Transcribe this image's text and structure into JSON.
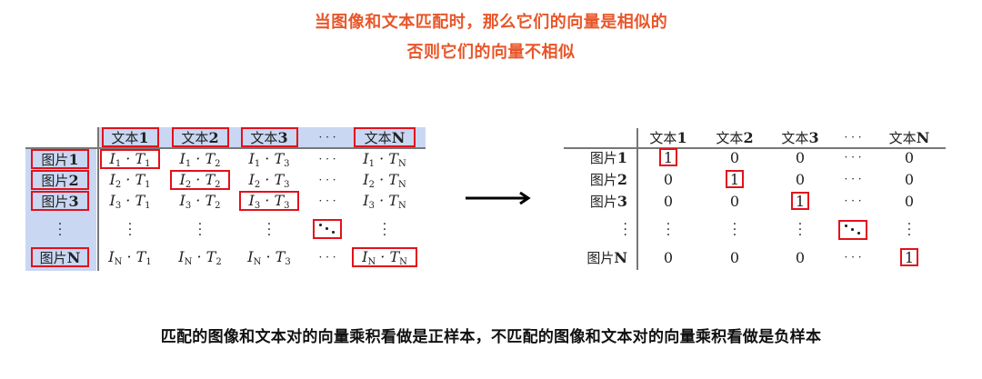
{
  "title": {
    "line1": "当图像和文本匹配时，那么它们的向量是相似的",
    "line2": "否则它们的向量不相似",
    "color": "#e8562a"
  },
  "caption": "匹配的图像和文本对的向量乘积看做是正样本，不匹配的图像和文本对的向量乘积看做是负样本",
  "highlight_color": "#e3111b",
  "band_color": "#c9d7f3",
  "left_matrix": {
    "col_headers": [
      {
        "zh": "文本",
        "num": "1",
        "highlight": true
      },
      {
        "zh": "文本",
        "num": "2",
        "highlight": true
      },
      {
        "zh": "文本",
        "num": "3",
        "highlight": true
      },
      {
        "zh": "",
        "num": "· · ·",
        "highlight": false
      },
      {
        "zh": "文本",
        "num": "N",
        "highlight": true
      }
    ],
    "row_headers": [
      {
        "zh": "图片",
        "num": "1",
        "highlight": true
      },
      {
        "zh": "图片",
        "num": "2",
        "highlight": true
      },
      {
        "zh": "图片",
        "num": "3",
        "highlight": true
      },
      {
        "zh": "",
        "num": "⋮",
        "highlight": false
      },
      {
        "zh": "图片",
        "num": "N",
        "highlight": true
      }
    ],
    "cells": [
      [
        {
          "i": "1",
          "t": "1",
          "hl": true
        },
        {
          "i": "1",
          "t": "2"
        },
        {
          "i": "1",
          "t": "3"
        },
        {
          "dots": "h"
        },
        {
          "i": "1",
          "t": "N"
        }
      ],
      [
        {
          "i": "2",
          "t": "1"
        },
        {
          "i": "2",
          "t": "2",
          "hl": true
        },
        {
          "i": "2",
          "t": "3"
        },
        {
          "dots": "h"
        },
        {
          "i": "2",
          "t": "N"
        }
      ],
      [
        {
          "i": "3",
          "t": "1"
        },
        {
          "i": "3",
          "t": "2"
        },
        {
          "i": "3",
          "t": "3",
          "hl": true
        },
        {
          "dots": "h"
        },
        {
          "i": "3",
          "t": "N"
        }
      ],
      [
        {
          "dots": "v"
        },
        {
          "dots": "v"
        },
        {
          "dots": "v"
        },
        {
          "dots": "d",
          "hl": true
        },
        {
          "dots": "v"
        }
      ],
      [
        {
          "i": "N",
          "t": "1"
        },
        {
          "i": "N",
          "t": "2"
        },
        {
          "i": "N",
          "t": "3"
        },
        {
          "dots": "h"
        },
        {
          "i": "N",
          "t": "N",
          "hl": true
        }
      ]
    ]
  },
  "arrow": "long-right-arrow",
  "right_matrix": {
    "col_headers": [
      {
        "zh": "文本",
        "num": "1"
      },
      {
        "zh": "文本",
        "num": "2"
      },
      {
        "zh": "文本",
        "num": "3"
      },
      {
        "zh": "",
        "num": "· · ·"
      },
      {
        "zh": "文本",
        "num": "N"
      }
    ],
    "row_headers": [
      {
        "zh": "图片",
        "num": "1"
      },
      {
        "zh": "图片",
        "num": "2"
      },
      {
        "zh": "图片",
        "num": "3"
      },
      {
        "zh": "",
        "num": "⋮"
      },
      {
        "zh": "图片",
        "num": "N"
      }
    ],
    "cells": [
      [
        {
          "v": "1",
          "hl": true
        },
        {
          "v": "0"
        },
        {
          "v": "0"
        },
        {
          "dots": "h"
        },
        {
          "v": "0"
        }
      ],
      [
        {
          "v": "0"
        },
        {
          "v": "1",
          "hl": true
        },
        {
          "v": "0"
        },
        {
          "dots": "h"
        },
        {
          "v": "0"
        }
      ],
      [
        {
          "v": "0"
        },
        {
          "v": "0"
        },
        {
          "v": "1",
          "hl": true
        },
        {
          "dots": "h"
        },
        {
          "v": "0"
        }
      ],
      [
        {
          "dots": "v"
        },
        {
          "dots": "v"
        },
        {
          "dots": "v"
        },
        {
          "dots": "d",
          "hl": true
        },
        {
          "dots": "v"
        }
      ],
      [
        {
          "v": "0"
        },
        {
          "v": "0"
        },
        {
          "v": "0"
        },
        {
          "dots": "h"
        },
        {
          "v": "1",
          "hl": true
        }
      ]
    ]
  }
}
